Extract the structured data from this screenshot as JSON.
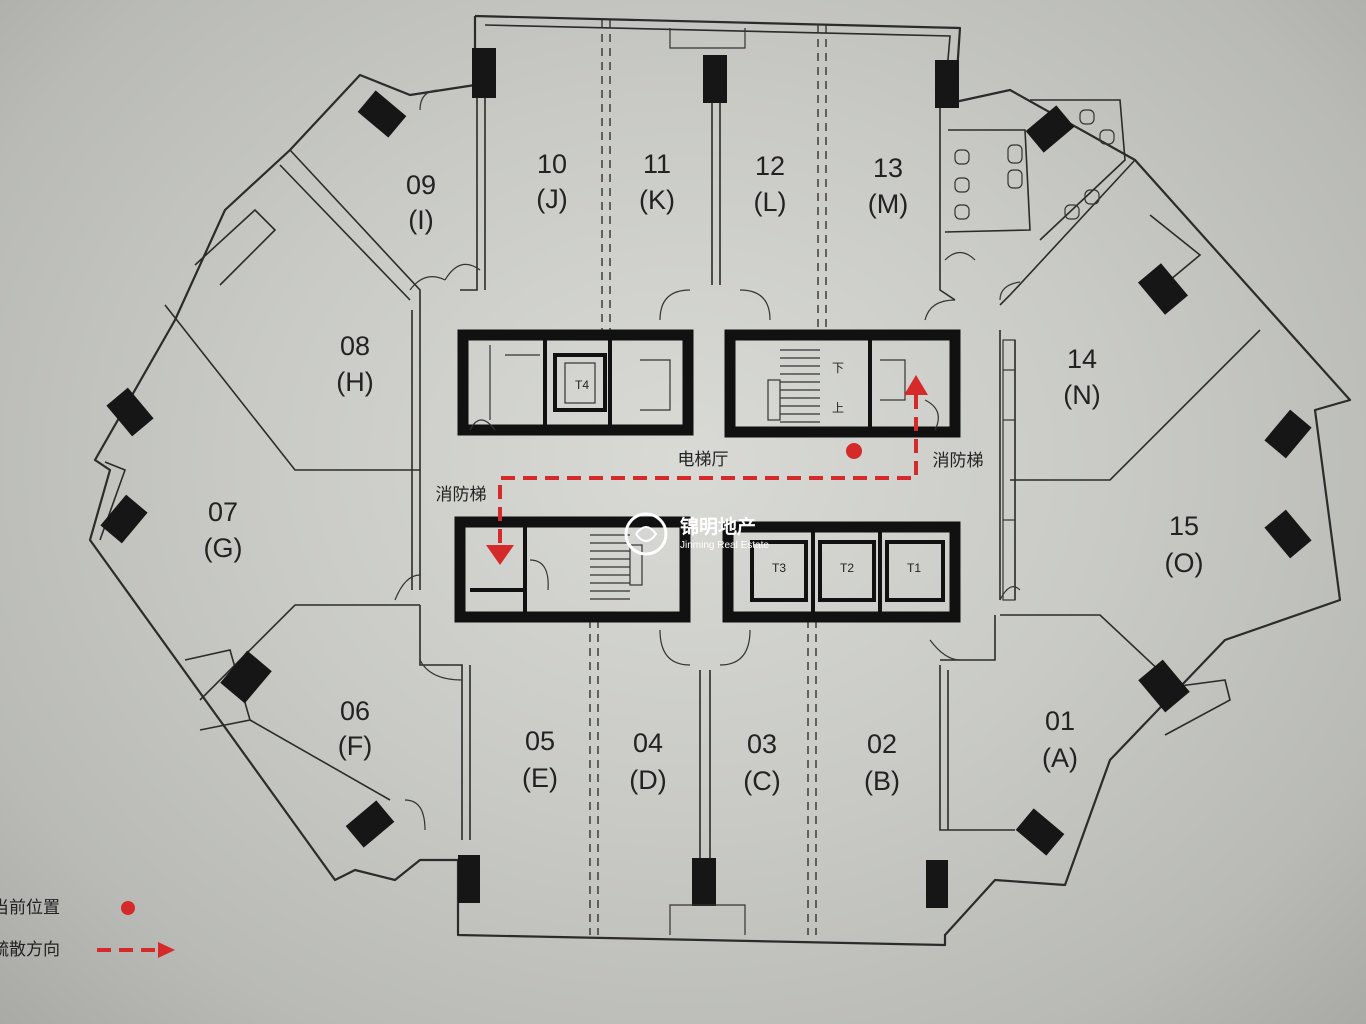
{
  "units": [
    {
      "id": "01",
      "number": "01",
      "letter": "(A)"
    },
    {
      "id": "02",
      "number": "02",
      "letter": "(B)"
    },
    {
      "id": "03",
      "number": "03",
      "letter": "(C)"
    },
    {
      "id": "04",
      "number": "04",
      "letter": "(D)"
    },
    {
      "id": "05",
      "number": "05",
      "letter": "(E)"
    },
    {
      "id": "06",
      "number": "06",
      "letter": "(F)"
    },
    {
      "id": "07",
      "number": "07",
      "letter": "(G)"
    },
    {
      "id": "08",
      "number": "08",
      "letter": "(H)"
    },
    {
      "id": "09",
      "number": "09",
      "letter": "(I)"
    },
    {
      "id": "10",
      "number": "10",
      "letter": "(J)"
    },
    {
      "id": "11",
      "number": "11",
      "letter": "(K)"
    },
    {
      "id": "12",
      "number": "12",
      "letter": "(L)"
    },
    {
      "id": "13",
      "number": "13",
      "letter": "(M)"
    },
    {
      "id": "14",
      "number": "14",
      "letter": "(N)"
    },
    {
      "id": "15",
      "number": "15",
      "letter": "(O)"
    }
  ],
  "labels": {
    "elevator_hall": "电梯厅",
    "fire_stair_left": "消防梯",
    "fire_stair_right": "消防梯",
    "stair_down": "下",
    "stair_up": "上"
  },
  "elevators": [
    "T4",
    "T3",
    "T2",
    "T1"
  ],
  "legend": {
    "current_position": "当前位置",
    "evacuation_direction": "疏散方向"
  },
  "watermark": {
    "name": "锦明地产",
    "name_en": "Jinming Real Estate"
  },
  "colors": {
    "route": "#d42a2a",
    "walls": "#2b2b2b",
    "background": "#c9cac6"
  }
}
